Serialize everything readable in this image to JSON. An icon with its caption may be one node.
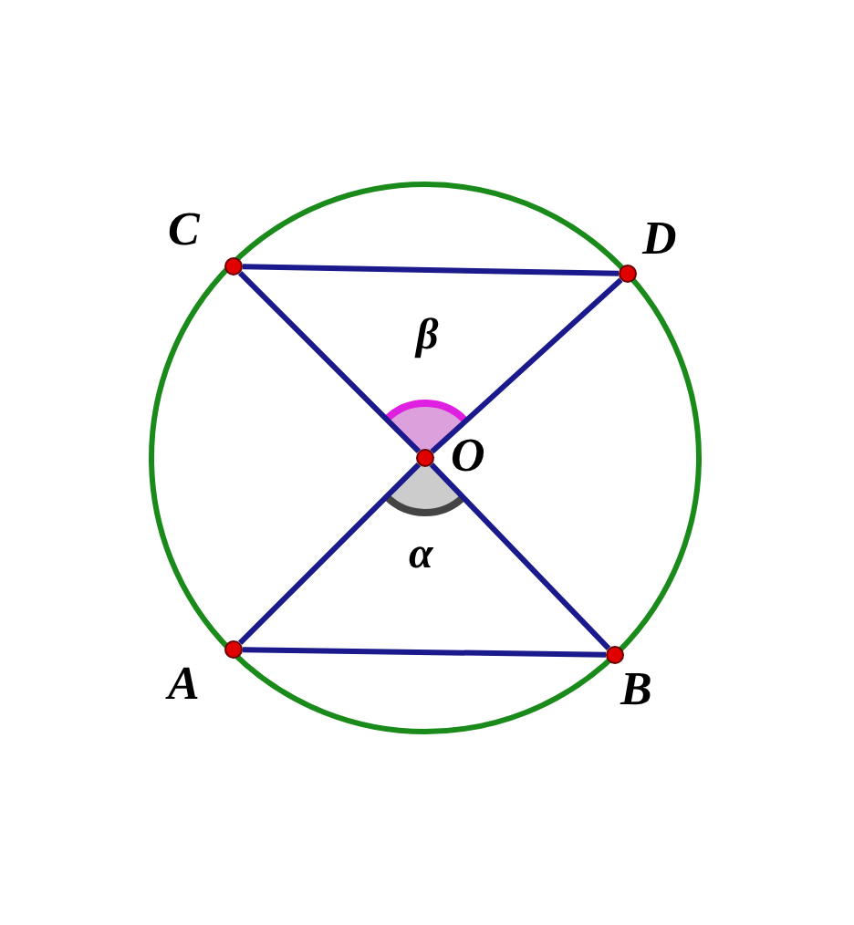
{
  "diagram": {
    "nodes": [
      {
        "text": [],
        "shape": "circle",
        "beside": [
          "O"
        ]
      },
      {
        "text": [],
        "shape": "circle",
        "beside": [
          "C"
        ]
      },
      {
        "text": [],
        "shape": "circle",
        "beside": [
          "D"
        ]
      },
      {
        "text": [],
        "shape": "circle",
        "beside": [
          "A"
        ]
      },
      {
        "text": [],
        "shape": "circle",
        "beside": [
          "B"
        ]
      }
    ],
    "edges": [
      {
        "from": 1,
        "to": 2,
        "arrow": "none"
      },
      {
        "from": 3,
        "to": 4,
        "arrow": "none"
      },
      {
        "from": 1,
        "to": 0,
        "arrow": "none"
      },
      {
        "from": 0,
        "to": 4,
        "arrow": "none"
      },
      {
        "from": 3,
        "to": 0,
        "arrow": "none"
      },
      {
        "from": 0,
        "to": 2,
        "arrow": "none"
      }
    ],
    "labels": [
      "β",
      "α"
    ]
  }
}
